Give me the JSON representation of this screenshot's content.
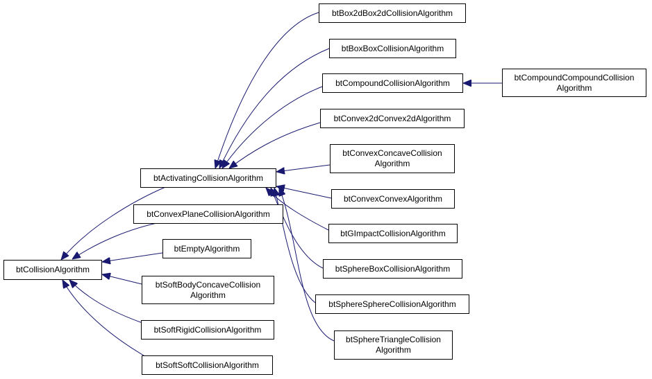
{
  "colors": {
    "edge": "#191970",
    "node_border": "#000000",
    "node_fill": "#ffffff",
    "text": "#000000"
  },
  "nodes": {
    "base": [
      "btCollisionAlgorithm"
    ],
    "activating": [
      "btActivatingCollisionAlgorithm"
    ],
    "convexPlane": [
      "btConvexPlaneCollisionAlgorithm"
    ],
    "empty": [
      "btEmptyAlgorithm"
    ],
    "softBodyConcave": [
      "btSoftBodyConcaveCollision",
      "Algorithm"
    ],
    "softRigid": [
      "btSoftRigidCollisionAlgorithm"
    ],
    "softSoft": [
      "btSoftSoftCollisionAlgorithm"
    ],
    "box2d": [
      "btBox2dBox2dCollisionAlgorithm"
    ],
    "boxBox": [
      "btBoxBoxCollisionAlgorithm"
    ],
    "compound": [
      "btCompoundCollisionAlgorithm"
    ],
    "compoundCompound": [
      "btCompoundCompoundCollision",
      "Algorithm"
    ],
    "convex2d": [
      "btConvex2dConvex2dAlgorithm"
    ],
    "convexConcave": [
      "btConvexConcaveCollision",
      "Algorithm"
    ],
    "convexConvex": [
      "btConvexConvexAlgorithm"
    ],
    "gimpact": [
      "btGImpactCollisionAlgorithm"
    ],
    "sphereBox": [
      "btSphereBoxCollisionAlgorithm"
    ],
    "sphereSphere": [
      "btSphereSphereCollisionAlgorithm"
    ],
    "sphereTriangle": [
      "btSphereTriangleCollision",
      "Algorithm"
    ]
  }
}
